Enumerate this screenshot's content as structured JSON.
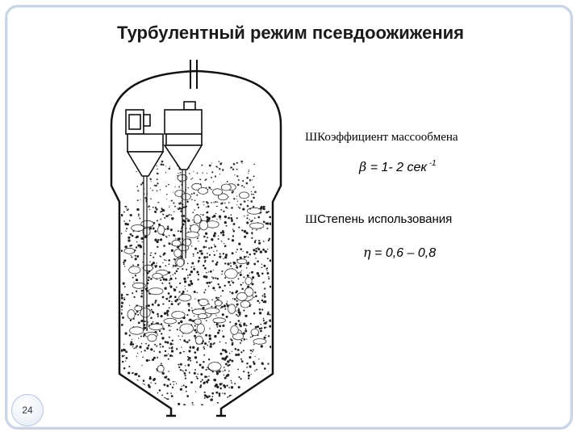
{
  "slide": {
    "title": "Турбулентный режим псевдоожижения",
    "page_number": "24"
  },
  "bullets": [
    {
      "marker": "Ш",
      "label": "Коэффициент массообмена",
      "formula": {
        "symbol": "β",
        "expression": " = 1- 2  сек",
        "superscript": " -1"
      }
    },
    {
      "marker": "Ш",
      "label": "Степень использования",
      "formula": {
        "symbol": "η",
        "expression": "  = 0,6 – 0,8",
        "superscript": ""
      }
    }
  ],
  "figure": {
    "icon": "fluidized-bed-reactor-diagram"
  }
}
